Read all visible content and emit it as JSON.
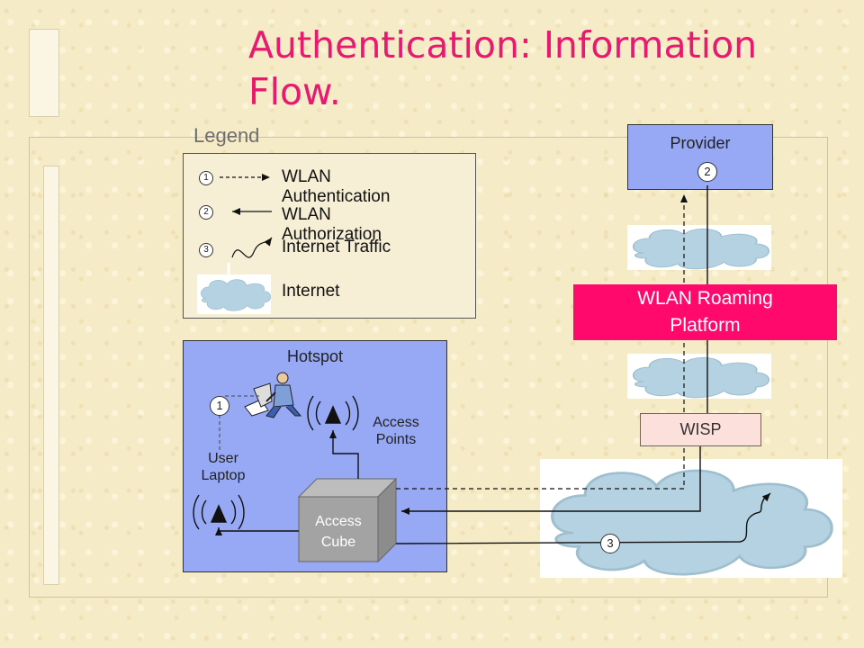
{
  "slide": {
    "title": "Authentication: Information Flow."
  },
  "legend": {
    "heading": "Legend",
    "items": [
      {
        "num": "1",
        "label": "WLAN Authentication"
      },
      {
        "num": "2",
        "label": "WLAN Authorization"
      },
      {
        "num": "3",
        "label": "Internet Traffic"
      },
      {
        "num": "",
        "label": "Internet"
      }
    ]
  },
  "hotspot": {
    "label": "Hotspot",
    "user_laptop_label": "User Laptop",
    "access_points_label": "Access Points",
    "access_cube_label": "Access Cube",
    "step_badge": "1"
  },
  "provider": {
    "label": "Provider",
    "step_badge": "2"
  },
  "roaming_platform": {
    "label": "WLAN Roaming Platform"
  },
  "wisp": {
    "label": "WISP"
  },
  "internet_traffic_badge": "3",
  "colors": {
    "title": "#e8196e",
    "box_blue": "#97a8f4",
    "roaming_pink": "#ff0a6c",
    "wisp_fill": "#fbe0dc",
    "cloud": "#b4d2e2"
  }
}
